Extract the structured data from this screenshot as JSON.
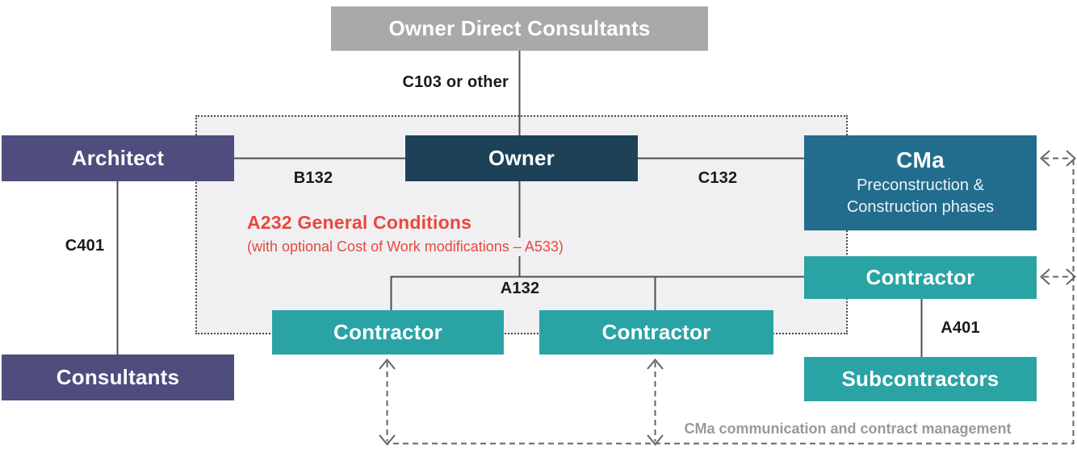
{
  "colors": {
    "purple": "#4f4c7e",
    "navy": "#1d4257",
    "cma_blue": "#226c8d",
    "teal": "#2aa3a5",
    "gray_box": "#a9a9a9",
    "panel": "#f0f0f2",
    "dots": "#4b4b4b",
    "line": "#4f4f51",
    "dash": "#636466",
    "red": "#e9483e",
    "caption_gray": "#97999c"
  },
  "boxes": {
    "owner_direct_consultants": "Owner Direct Consultants",
    "architect": "Architect",
    "owner": "Owner",
    "cma_title": "CMa",
    "cma_subtitle": "Preconstruction & Construction phases",
    "contractor_left": "Contractor",
    "contractor_middle": "Contractor",
    "contractor_right": "Contractor",
    "subcontractors": "Subcontractors",
    "consultants": "Consultants"
  },
  "edge_labels": {
    "c103": "C103 or other",
    "b132": "B132",
    "c132": "C132",
    "c401": "C401",
    "a132": "A132",
    "a401": "A401"
  },
  "note": {
    "title": "A232 General Conditions",
    "subtitle": "(with optional Cost of Work modifications – A533)"
  },
  "caption": "CMa communication and contract management"
}
